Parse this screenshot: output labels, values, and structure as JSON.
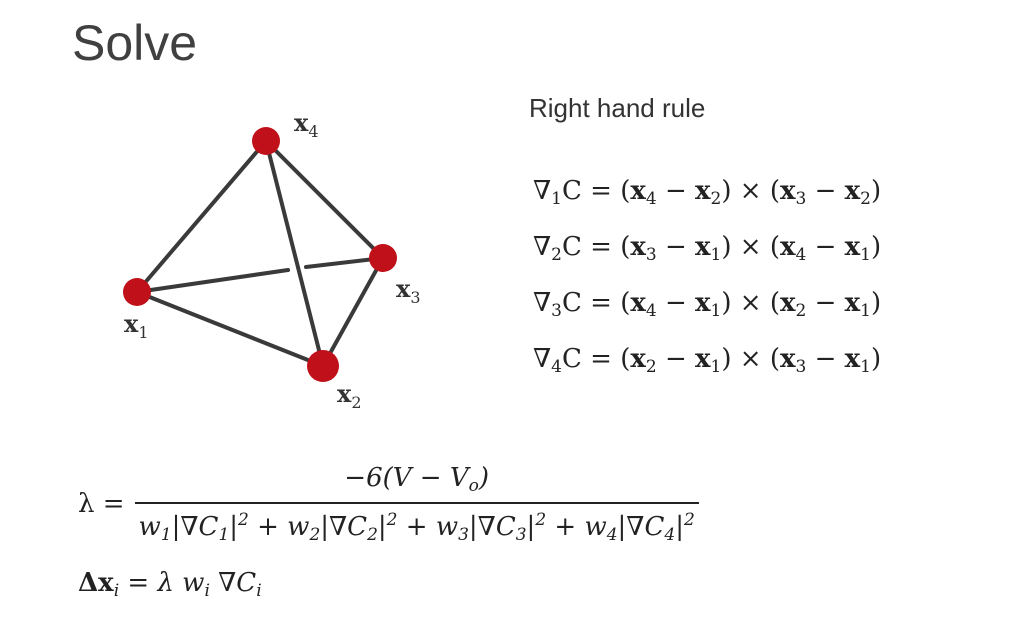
{
  "title": "Solve",
  "subtitle": "Right hand rule",
  "colors": {
    "vertex": "#c0101a",
    "edge": "#3a3a3a"
  },
  "vertices": [
    {
      "name": "x",
      "sub": "1"
    },
    {
      "name": "x",
      "sub": "2"
    },
    {
      "name": "x",
      "sub": "3"
    },
    {
      "name": "x",
      "sub": "4"
    }
  ],
  "gradients": [
    {
      "n": "1",
      "a": "4",
      "b": "2",
      "c": "3",
      "d": "2"
    },
    {
      "n": "2",
      "a": "3",
      "b": "1",
      "c": "4",
      "d": "1"
    },
    {
      "n": "3",
      "a": "4",
      "b": "1",
      "c": "2",
      "d": "1"
    },
    {
      "n": "4",
      "a": "2",
      "b": "1",
      "c": "3",
      "d": "1"
    }
  ],
  "lambda": {
    "lhs": "λ =",
    "numerator": "−6(V −  V",
    "numerator_sub": "o",
    "numerator_end": ")"
  },
  "delta": {
    "lhs": "Δx",
    "lhs_sub": "i",
    "rhs": " = λ w",
    "rhs_sub": "i",
    "rhs_tail": " ∇C",
    "rhs_tail_sub": "i"
  }
}
